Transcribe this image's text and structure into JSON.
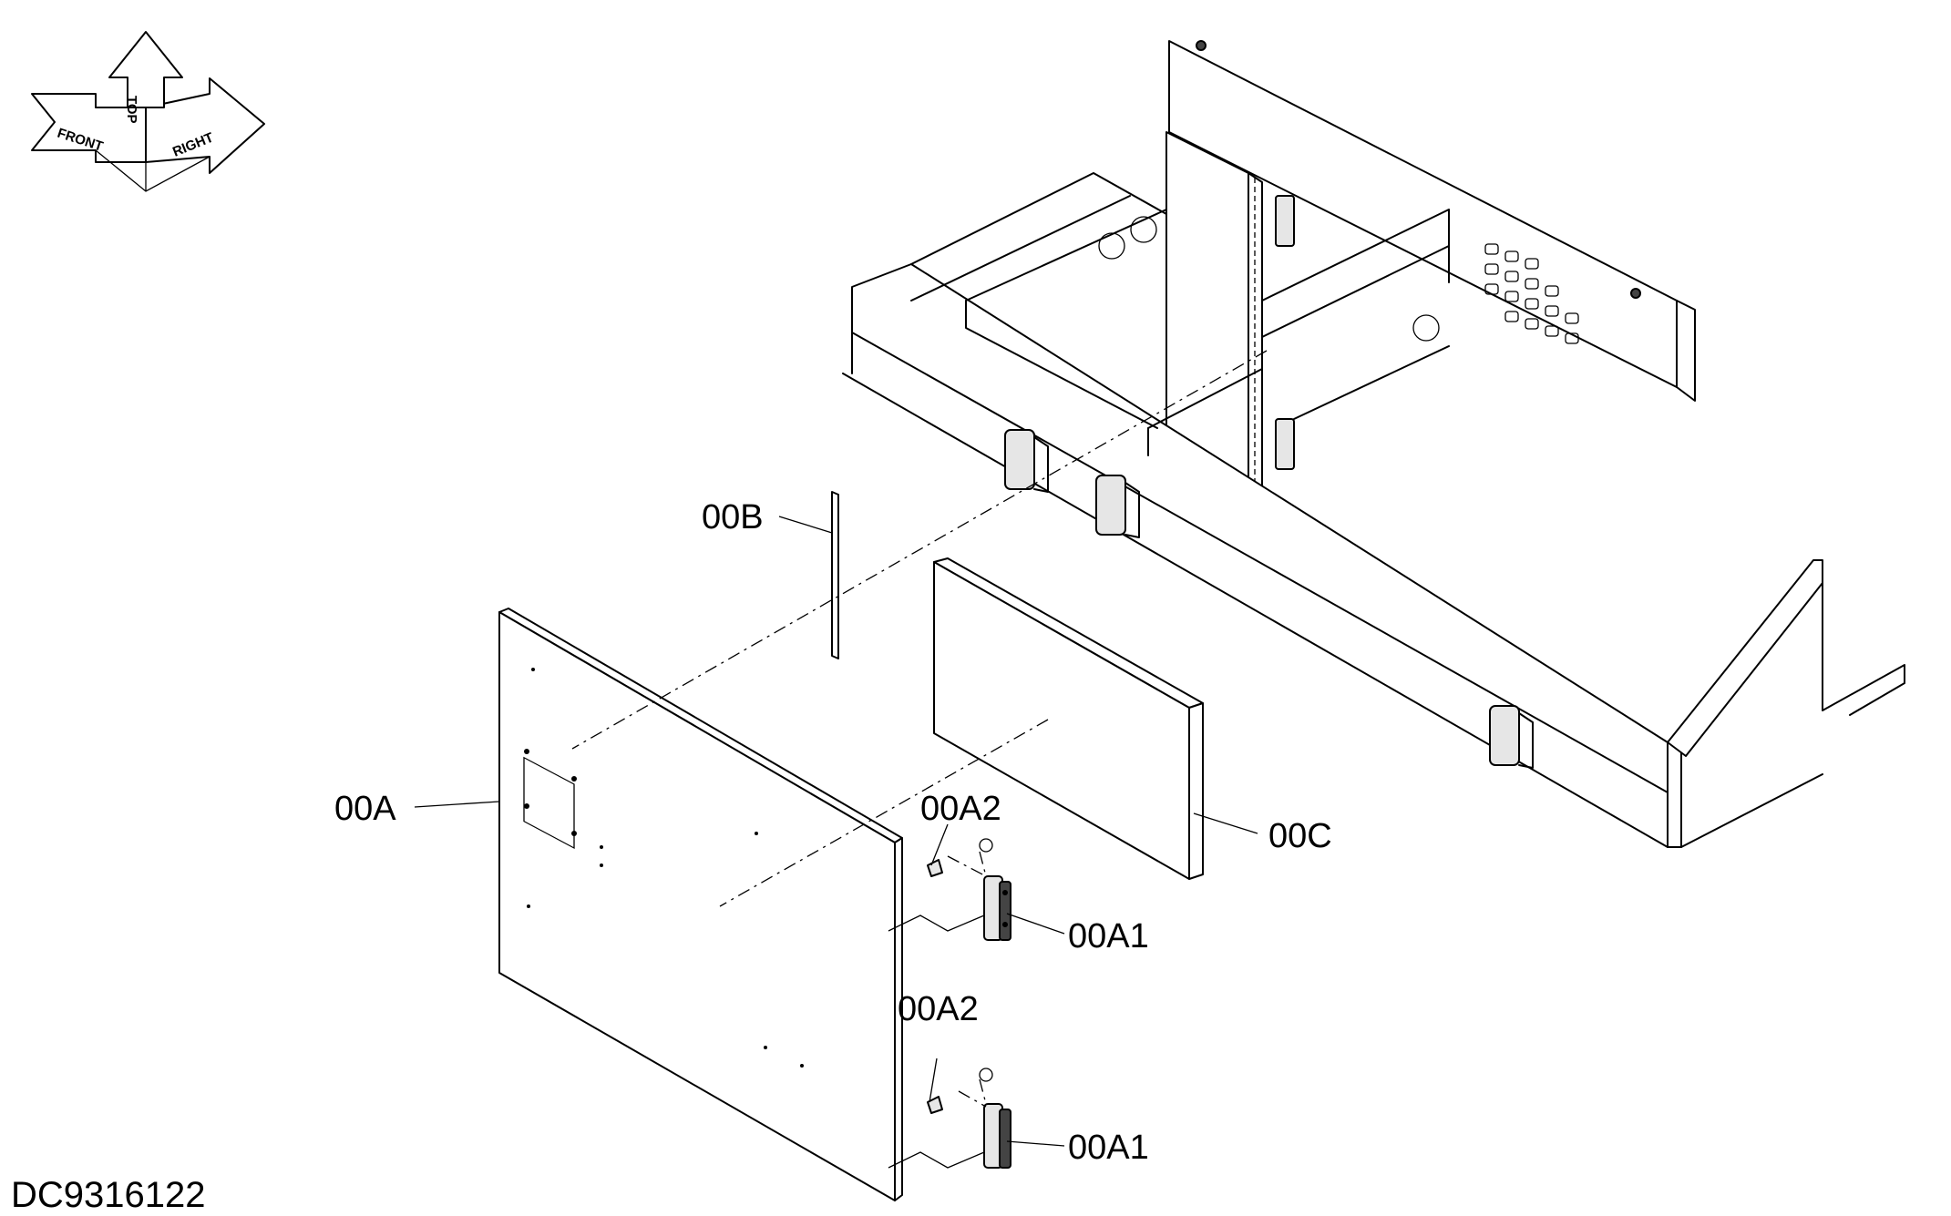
{
  "orientation": {
    "front": "FRONT",
    "top": "TOP",
    "right": "RIGHT"
  },
  "labels": {
    "door_panel": "00A",
    "seal_strip": "00B",
    "insulation_pad": "00C",
    "hinge_upper": "00A1",
    "hinge_lower": "00A1",
    "bolt_upper": "00A2",
    "bolt_lower": "00A2"
  },
  "drawing_number": "DC9316122"
}
